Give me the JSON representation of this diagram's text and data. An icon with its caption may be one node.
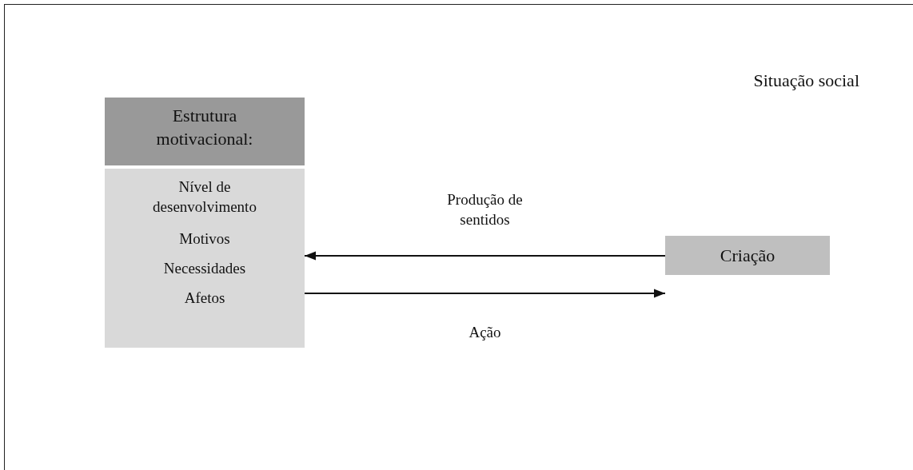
{
  "diagram": {
    "nodes": [
      {
        "text": [
          "Situação social"
        ]
      },
      {
        "text": [
          "Estrutura motivacional:"
        ],
        "in": 0
      },
      {
        "text": [
          "Nível de desenvolvimento",
          "Motivos",
          "Necessidades",
          "Afetos"
        ],
        "in": 0
      },
      {
        "text": [
          "Criação"
        ],
        "in": 0
      }
    ],
    "edges": [
      {
        "from": 3,
        "to": 2,
        "arrow": "to",
        "label": "Produção de sentidos"
      },
      {
        "from": 2,
        "to": 3,
        "arrow": "to",
        "label": "Ação"
      }
    ]
  }
}
